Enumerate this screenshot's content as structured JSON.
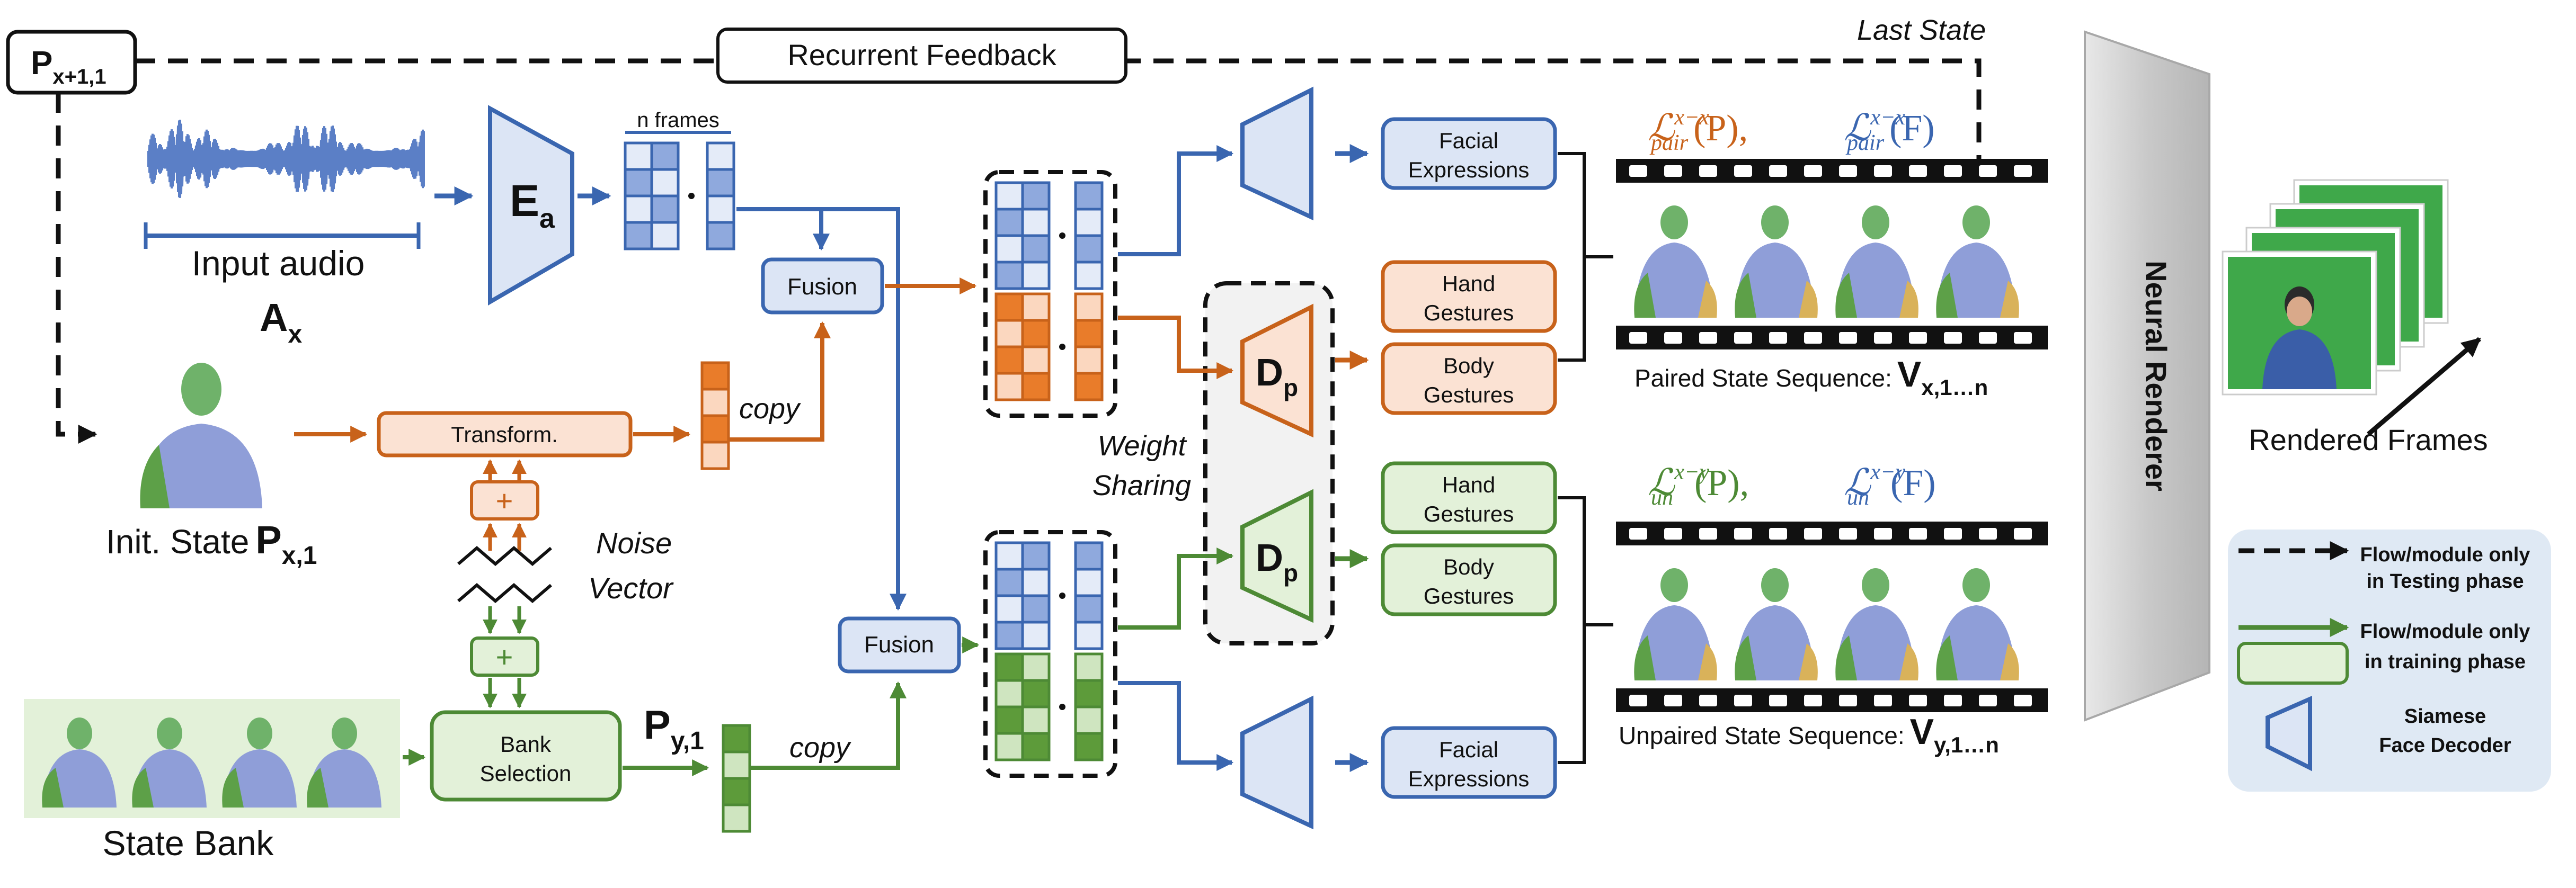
{
  "colors": {
    "blue": "#3a66b0",
    "blue_fill": "#dce5f5",
    "blue_cell": "#8fa9dd",
    "orange": "#c8621a",
    "orange_fill": "#fbe2d3",
    "orange_cell": "#e97c2a",
    "green": "#4d8a35",
    "green_fill": "#e3f1d9",
    "green_cell": "#5d9b3a",
    "legend_bg": "#dfe9f4",
    "renderer": "#d0d0d0"
  },
  "labels": {
    "feedback_node": "P",
    "feedback_node_sub": "x+1,1",
    "recurrent_feedback": "Recurrent Feedback",
    "last_state": "Last State",
    "n_frames": "n frames",
    "encoder": "E",
    "encoder_sub": "a",
    "input_audio": "Input audio",
    "audio_symbol": "A",
    "audio_symbol_sub": "x",
    "fusion_top": "Fusion",
    "fusion_bottom": "Fusion",
    "transform": "Transform.",
    "copy_top": "copy",
    "copy_bottom": "copy",
    "init_state": "Init. State",
    "init_state_symbol": "P",
    "init_state_sub": "x,1",
    "plus": "+",
    "noise_line1": "Noise",
    "noise_line2": "Vector",
    "bank_selection_line1": "Bank",
    "bank_selection_line2": "Selection",
    "state_bank": "State Bank",
    "py_symbol": "P",
    "py_sub": "y,1",
    "weight_line1": "Weight",
    "weight_line2": "Sharing",
    "decoder_top": "D",
    "decoder_top_sub": "p",
    "decoder_bottom": "D",
    "decoder_bottom_sub": "p",
    "facial_top_line1": "Facial",
    "facial_top_line2": "Expressions",
    "hand_top_line1": "Hand",
    "hand_top_line2": "Gestures",
    "body_top_line1": "Body",
    "body_top_line2": "Gestures",
    "hand_bottom_line1": "Hand",
    "hand_bottom_line2": "Gestures",
    "body_bottom_line1": "Body",
    "body_bottom_line2": "Gestures",
    "facial_bottom_line1": "Facial",
    "facial_bottom_line2": "Expressions",
    "loss_pair": "ℒ",
    "loss_pair_sup": "x−x",
    "loss_pair_sub": "pair",
    "loss_pair_p": "(P),",
    "loss_pair_f": "(F)",
    "loss_un": "ℒ",
    "loss_un_sup": "x−y",
    "loss_un_sub": "un",
    "loss_un_p": "(P),",
    "loss_un_f": "(F)",
    "paired_caption": "Paired State Sequence:",
    "paired_symbol": "V",
    "paired_symbol_sub": "x,1…n",
    "unpaired_caption": "Unpaired State Sequence:",
    "unpaired_symbol": "V",
    "unpaired_symbol_sub": "y,1…n",
    "neural_renderer": "Neural Renderer",
    "rendered_frames": "Rendered Frames",
    "legend_dashed_line1": "Flow/module only",
    "legend_dashed_line2": "in Testing phase",
    "legend_green_line1": "Flow/module only",
    "legend_green_line2": "in training phase",
    "legend_decoder_line1": "Siamese",
    "legend_decoder_line2": "Face Decoder"
  }
}
